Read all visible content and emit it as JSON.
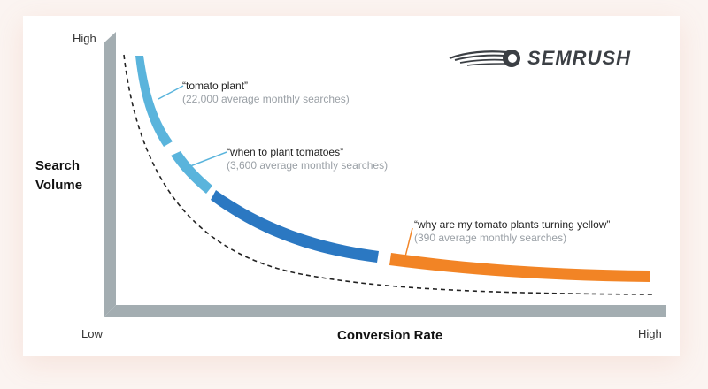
{
  "axes": {
    "y_high": "High",
    "x_low": "Low",
    "x_high": "High",
    "y_title_line1": "Search",
    "y_title_line2": "Volume",
    "x_title": "Conversion Rate"
  },
  "brand": {
    "name": "SEMRUSH",
    "icon": "comet-logo-icon"
  },
  "keywords": [
    {
      "phrase": "“tomato plant”",
      "volume": "(22,000 average monthly searches)",
      "color": "#5ab4dc"
    },
    {
      "phrase": "“when to plant tomatoes”",
      "volume": "(3,600 average monthly searches)",
      "color": "#2b78c2"
    },
    {
      "phrase": "“why are my tomato plants turning yellow”",
      "volume": "(390 average monthly searches)",
      "color": "#f28425"
    }
  ],
  "colors": {
    "axis": "#9aa4a8",
    "head": "#5ab4dc",
    "body": "#2b78c2",
    "tail": "#f28425",
    "dash": "#222222"
  }
}
